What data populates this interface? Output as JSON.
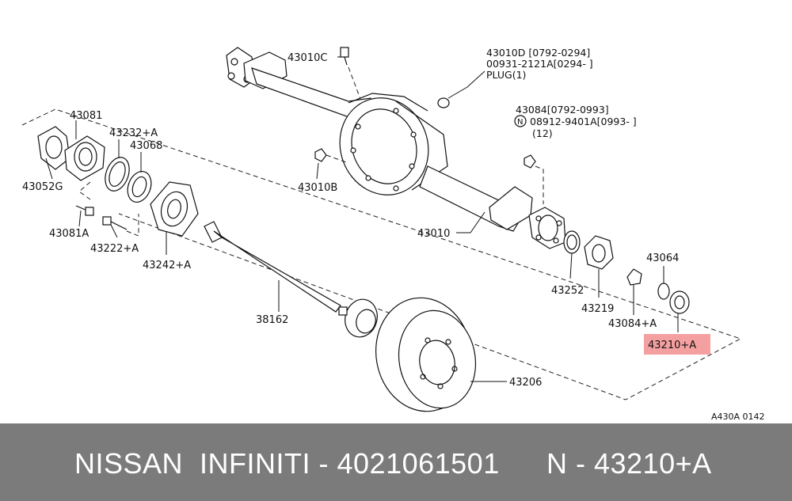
{
  "labels": {
    "l43010c": "43010C",
    "l43010d_1": "43010D [0792-0294]",
    "l43010d_2": "00931-2121A[0294-     ]",
    "l43010d_3": "PLUG(1)",
    "l43084_1": "43084[0792-0993]",
    "l43084_n": "N",
    "l43084_2": "08912-9401A[0993-     ]",
    "l43084_3": "(12)",
    "l43081": "43081",
    "l43232": "43232+A",
    "l43068": "43068",
    "l43052g": "43052G",
    "l43010b": "43010B",
    "l43081a": "43081A",
    "l43222": "43222+A",
    "l43242": "43242+A",
    "l43010": "43010",
    "l43064": "43064",
    "l43252": "43252",
    "l43219": "43219",
    "l43084a": "43084+A",
    "l43210": "43210+A",
    "l38162": "38162",
    "l43206": "43206",
    "ref": "A430A 0142"
  },
  "highlight": {
    "color": "#f5a0a0"
  },
  "footer": {
    "brand": "NISSAN  INFINITI - 4021061501",
    "part": "N - 43210+A",
    "bg": "#7b7b7b"
  }
}
